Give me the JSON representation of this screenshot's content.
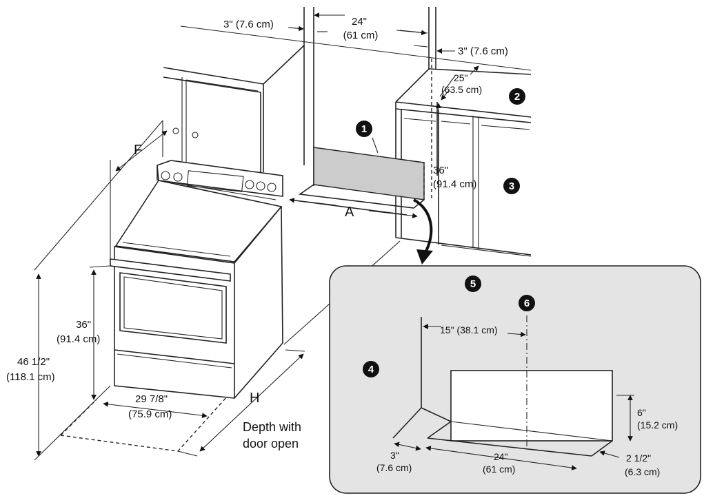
{
  "labels": {
    "top_left_clearance": "3\" (7.6 cm)",
    "top_width_in": "24\"",
    "top_width_cm": "(61 cm)",
    "top_right_clearance": "3\" (7.6 cm)",
    "cabinet_depth_in": "25\"",
    "cabinet_depth_cm": "(63.5 cm)",
    "counter_height_in": "36\"",
    "counter_height_cm": "(91.4 cm)",
    "letter_f": "F",
    "letter_a": "A",
    "letter_h": "H",
    "range_height_in": "36\"",
    "range_height_cm": "(91.4 cm)",
    "total_height_in": "46 1/2\"",
    "total_height_cm": "(118.1 cm)",
    "range_width_in": "29 7/8\"",
    "range_width_cm": "(75.9 cm)",
    "depth_caption_1": "Depth with",
    "depth_caption_2": "door open"
  },
  "inset": {
    "centerline_in_cm": "15\" (38.1 cm)",
    "backsplash_height_in": "6\"",
    "backsplash_height_cm": "(15.2 cm)",
    "left_clearance_in": "3\"",
    "left_clearance_cm": "(7.6 cm)",
    "width_in": "24\"",
    "width_cm": "(61 cm)",
    "depth_in": "2 1/2\"",
    "depth_cm": "(6.3 cm)"
  },
  "markers": [
    "1",
    "2",
    "3",
    "4",
    "5",
    "6"
  ],
  "colors": {
    "inset_background": "#e4e4e4",
    "shaded_area": "#cccccc",
    "line": "#222222"
  }
}
